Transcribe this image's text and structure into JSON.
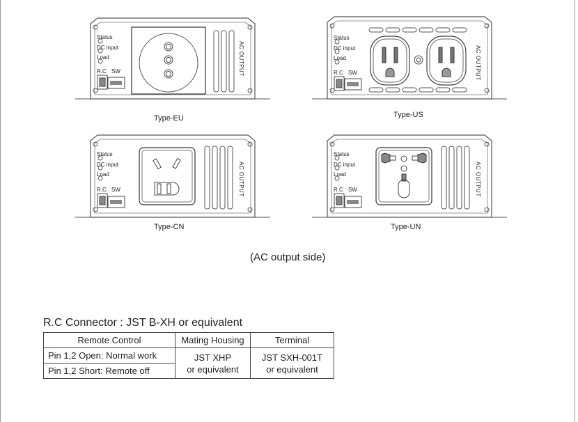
{
  "panel_labels": {
    "status": "Status",
    "dc_input": "DC input",
    "load": "Load",
    "rc": "R.C",
    "sw": "SW",
    "ac_output": "AC OUTPUT"
  },
  "types": {
    "eu": "Type-EU",
    "us": "Type-US",
    "cn": "Type-CN",
    "un": "Type-UN"
  },
  "caption": "(AC output side)",
  "rc_connector": {
    "title": "R.C Connector : JST B-XH or equivalent",
    "headers": [
      "Remote Control",
      "Mating Housing",
      "Terminal"
    ],
    "row1": "Pin 1,2  Open: Normal work",
    "row2": "Pin 1,2  Short: Remote off",
    "housing_1": "JST XHP",
    "housing_2": "or equivalent",
    "terminal_1": "JST SXH-001T",
    "terminal_2": "or equivalent"
  }
}
